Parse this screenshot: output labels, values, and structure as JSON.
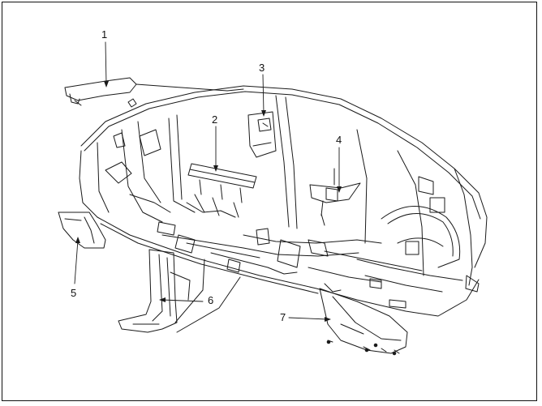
{
  "diagram": {
    "callouts": [
      {
        "id": "1",
        "label": "1"
      },
      {
        "id": "2",
        "label": "2"
      },
      {
        "id": "3",
        "label": "3"
      },
      {
        "id": "4",
        "label": "4"
      },
      {
        "id": "5",
        "label": "5"
      },
      {
        "id": "6",
        "label": "6"
      },
      {
        "id": "7",
        "label": "7"
      }
    ],
    "colors": {
      "line": "#1a1a1a",
      "background": "#ffffff",
      "shade": "#d9d9d9"
    }
  }
}
